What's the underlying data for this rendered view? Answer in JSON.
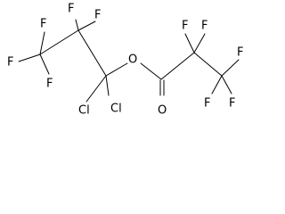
{
  "molecule": {
    "atoms": {
      "f_a": "F",
      "f_b": "F",
      "f_c": "F",
      "f_d": "F",
      "f_e": "F",
      "cl_a": "Cl",
      "cl_b": "Cl",
      "o_ester": "O",
      "o_carbonyl": "O",
      "f_f": "F",
      "f_g": "F",
      "f_h": "F",
      "f_i": "F",
      "f_j": "F"
    }
  }
}
